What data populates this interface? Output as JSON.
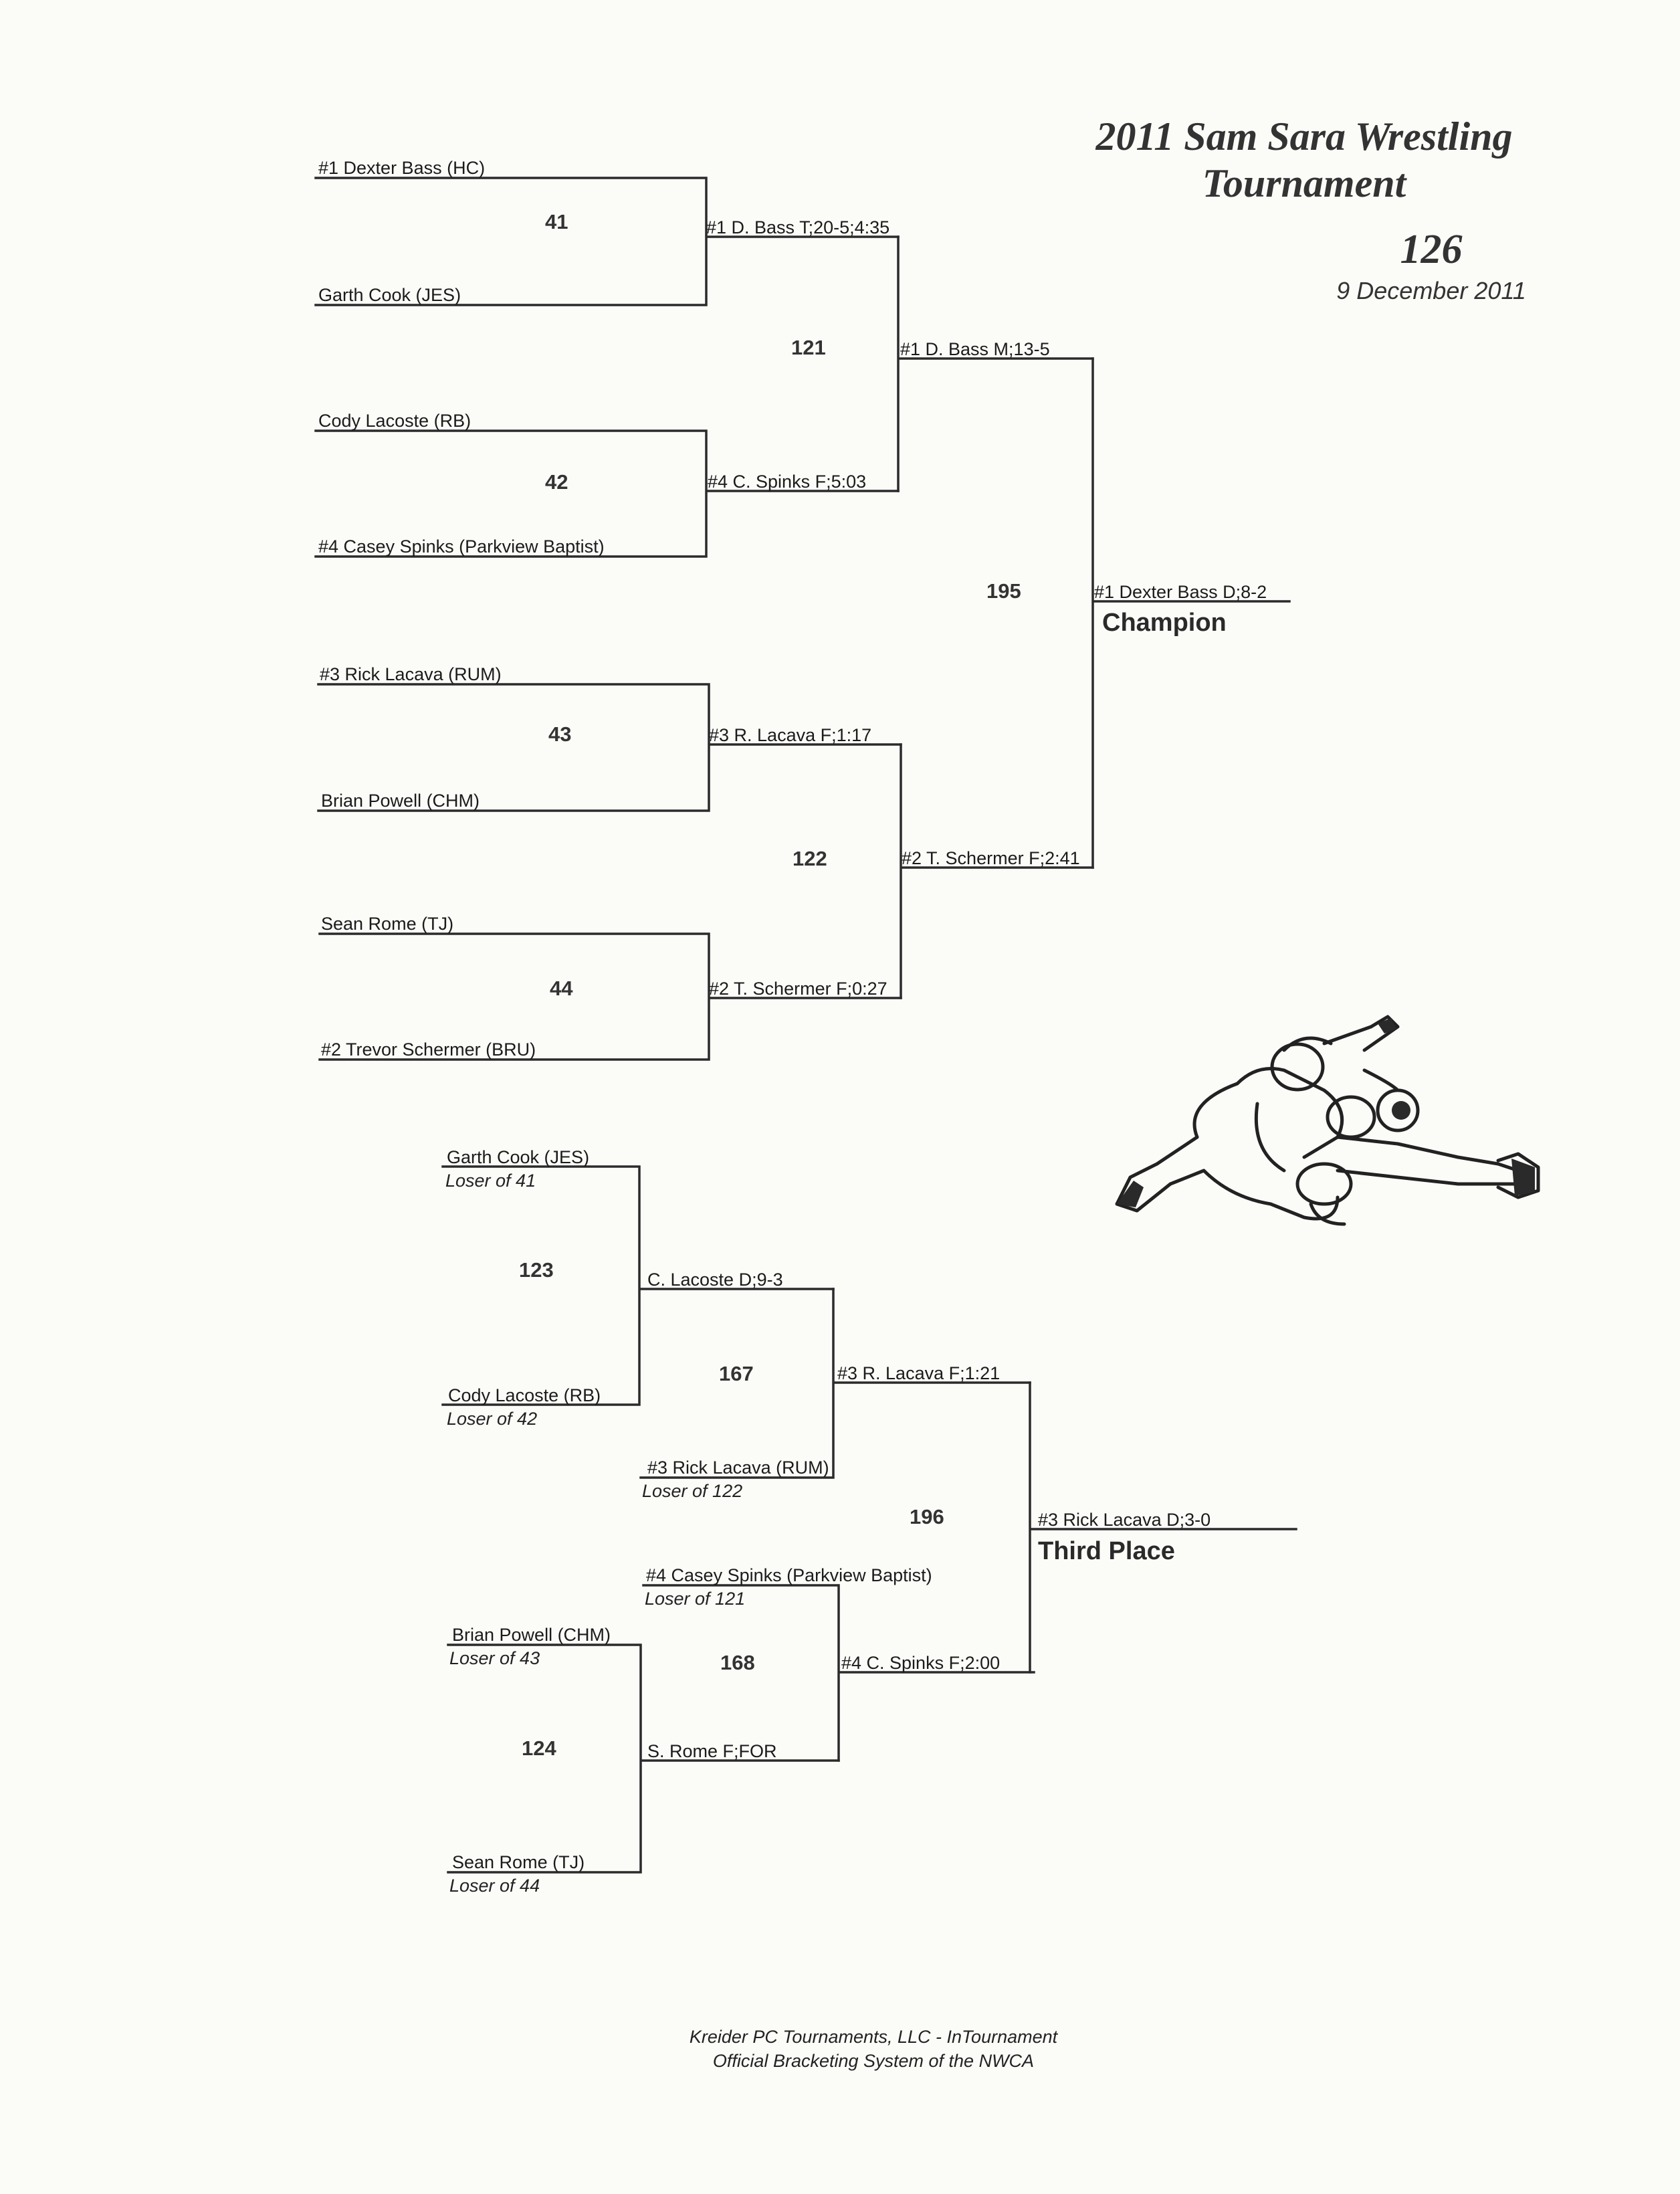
{
  "header": {
    "title_line1": "2011 Sam Sara Wrestling",
    "title_line2": "Tournament",
    "weight_class": "126",
    "date": "9 December 2011"
  },
  "championship": {
    "round1": [
      {
        "match": "41",
        "top": "#1 Dexter Bass (HC)",
        "bottom": "Garth Cook (JES)",
        "result": "#1 D. Bass T;20-5;4:35"
      },
      {
        "match": "42",
        "top": "Cody Lacoste (RB)",
        "bottom": "#4 Casey Spinks (Parkview Baptist)",
        "result": "#4 C. Spinks F;5:03"
      },
      {
        "match": "43",
        "top": "#3 Rick Lacava (RUM)",
        "bottom": "Brian Powell (CHM)",
        "result": "#3 R. Lacava F;1:17"
      },
      {
        "match": "44",
        "top": "Sean Rome (TJ)",
        "bottom": "#2 Trevor Schermer (BRU)",
        "result": "#2 T. Schermer F;0:27"
      }
    ],
    "semis": [
      {
        "match": "121",
        "result": "#1 D. Bass M;13-5"
      },
      {
        "match": "122",
        "result": "#2 T. Schermer F;2:41"
      }
    ],
    "final": {
      "match": "195",
      "result": "#1 Dexter Bass D;8-2",
      "place": "Champion"
    }
  },
  "consolation": {
    "round1": [
      {
        "match": "123",
        "top": "Garth Cook (JES)",
        "top_sub": "Loser of  41",
        "bottom": "Cody Lacoste (RB)",
        "bottom_sub": "Loser of  42",
        "result": "C. Lacoste D;9-3"
      },
      {
        "match": "124",
        "top": "Brian Powell (CHM)",
        "top_sub": "Loser of  43",
        "bottom": "Sean Rome (TJ)",
        "bottom_sub": "Loser of  44",
        "result": "S. Rome F;FOR"
      }
    ],
    "round2": [
      {
        "match": "167",
        "entrant": "#3 Rick Lacava (RUM)",
        "entrant_sub": "Loser of  122",
        "result": "#3 R. Lacava F;1:21"
      },
      {
        "match": "168",
        "entrant": "#4 Casey Spinks (Parkview Baptist)",
        "entrant_sub": "Loser of  121",
        "result": "#4 C. Spinks F;2:00"
      }
    ],
    "final": {
      "match": "196",
      "result": "#3 Rick Lacava D;3-0",
      "place": "Third Place"
    }
  },
  "footer": {
    "line1": "Kreider PC Tournaments, LLC - InTournament",
    "line2": "Official Bracketing System of the NWCA"
  }
}
